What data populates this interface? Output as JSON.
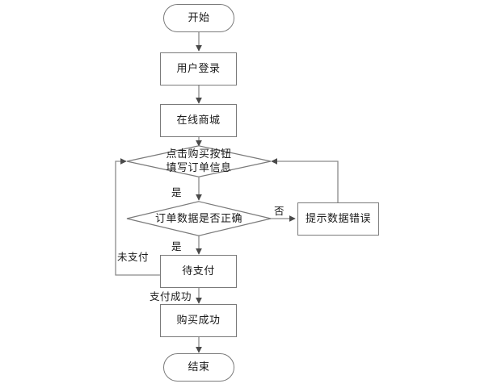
{
  "diagram": {
    "type": "flowchart",
    "title": "",
    "orientation": "top-to-bottom",
    "line_color": "#808080",
    "node_border_color": "#7a7a7a",
    "node_fill_color": "#ffffff",
    "text_color": "#1a1a1a",
    "nodes": [
      {
        "id": "start",
        "shape": "terminator",
        "label": "开始"
      },
      {
        "id": "login",
        "shape": "process",
        "label": "用户登录"
      },
      {
        "id": "mall",
        "shape": "process",
        "label": "在线商城"
      },
      {
        "id": "buy",
        "shape": "decision",
        "label_line1": "点击购买按钮",
        "label_line2": "填写订单信息"
      },
      {
        "id": "check",
        "shape": "decision",
        "label": "订单数据是否正确"
      },
      {
        "id": "error",
        "shape": "process",
        "label": "提示数据错误"
      },
      {
        "id": "pending",
        "shape": "process",
        "label": "待支付"
      },
      {
        "id": "success",
        "shape": "process",
        "label": "购买成功"
      },
      {
        "id": "end",
        "shape": "terminator",
        "label": "结束"
      }
    ],
    "edges": [
      {
        "from": "start",
        "to": "login",
        "label": ""
      },
      {
        "from": "login",
        "to": "mall",
        "label": ""
      },
      {
        "from": "mall",
        "to": "buy",
        "label": ""
      },
      {
        "from": "buy",
        "to": "check",
        "label": "是"
      },
      {
        "from": "check",
        "to": "error",
        "label": "否"
      },
      {
        "from": "error",
        "to": "buy",
        "label": ""
      },
      {
        "from": "check",
        "to": "pending",
        "label": "是"
      },
      {
        "from": "pending",
        "to": "buy",
        "label": "未支付"
      },
      {
        "from": "pending",
        "to": "success",
        "label": "支付成功"
      },
      {
        "from": "success",
        "to": "end",
        "label": ""
      }
    ]
  }
}
